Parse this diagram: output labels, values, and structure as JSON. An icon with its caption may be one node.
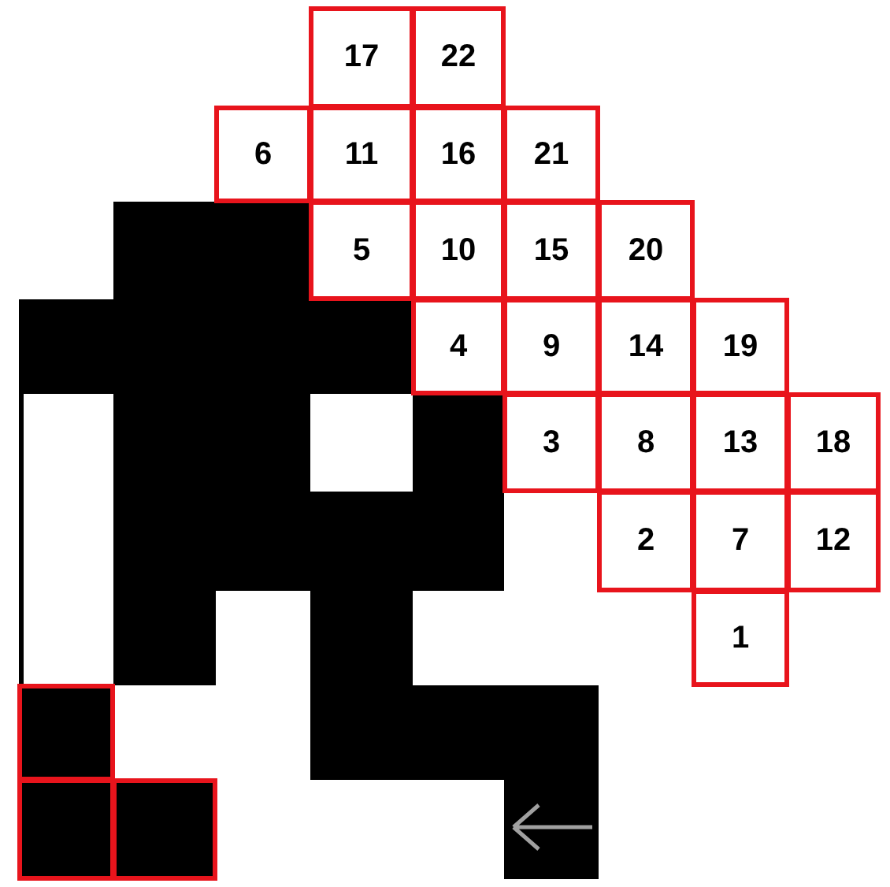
{
  "diagram": {
    "nodes": [
      {
        "text": [
          "17"
        ]
      },
      {
        "text": [
          "22"
        ]
      },
      {
        "text": [
          "6"
        ]
      },
      {
        "text": [
          "11"
        ]
      },
      {
        "text": [
          "16"
        ]
      },
      {
        "text": [
          "21"
        ]
      },
      {
        "text": [
          "5"
        ]
      },
      {
        "text": [
          "10"
        ]
      },
      {
        "text": [
          "15"
        ]
      },
      {
        "text": [
          "20"
        ]
      },
      {
        "text": [
          "4"
        ]
      },
      {
        "text": [
          "9"
        ]
      },
      {
        "text": [
          "14"
        ]
      },
      {
        "text": [
          "19"
        ]
      },
      {
        "text": [
          "3"
        ]
      },
      {
        "text": [
          "8"
        ]
      },
      {
        "text": [
          "13"
        ]
      },
      {
        "text": [
          "18"
        ]
      },
      {
        "text": [
          "2"
        ]
      },
      {
        "text": [
          "7"
        ]
      },
      {
        "text": [
          "12"
        ]
      },
      {
        "text": [
          "1"
        ]
      },
      {
        "text": [],
        "shape": "box"
      },
      {
        "text": [],
        "shape": "box"
      },
      {
        "text": [],
        "shape": "box"
      }
    ]
  }
}
